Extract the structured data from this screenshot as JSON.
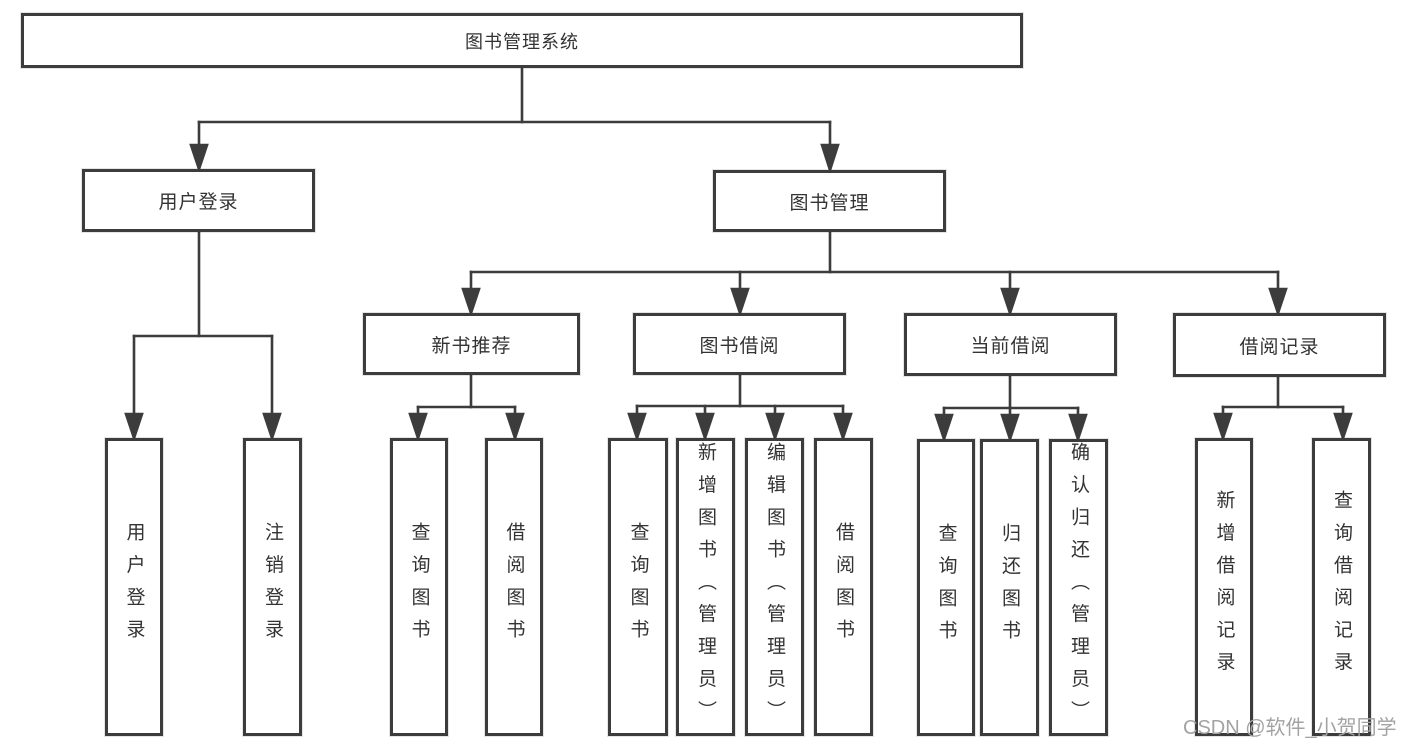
{
  "tree": {
    "label": "图书管理系统",
    "children": [
      {
        "label": "用户登录",
        "children": [
          {
            "label": "用户登录"
          },
          {
            "label": "注销登录"
          }
        ]
      },
      {
        "label": "图书管理",
        "children": [
          {
            "label": "新书推荐",
            "children": [
              {
                "label": "查询图书"
              },
              {
                "label": "借阅图书"
              }
            ]
          },
          {
            "label": "图书借阅",
            "children": [
              {
                "label": "查询图书"
              },
              {
                "label": "新增图书（管理员）"
              },
              {
                "label": "编辑图书（管理员）"
              },
              {
                "label": "借阅图书"
              }
            ]
          },
          {
            "label": "当前借阅",
            "children": [
              {
                "label": "查询图书"
              },
              {
                "label": "归还图书"
              },
              {
                "label": "确认归还（管理员）"
              }
            ]
          },
          {
            "label": "借阅记录",
            "children": [
              {
                "label": "新增借阅记录"
              },
              {
                "label": "查询借阅记录"
              }
            ]
          }
        ]
      }
    ]
  },
  "watermark": "CSDN @软件_小贺同学",
  "colors": {
    "line": "#3c3c3c",
    "box_border": "#3c3c3c",
    "text": "#333333",
    "watermark": "#a3a3a3",
    "background": "#ffffff"
  }
}
